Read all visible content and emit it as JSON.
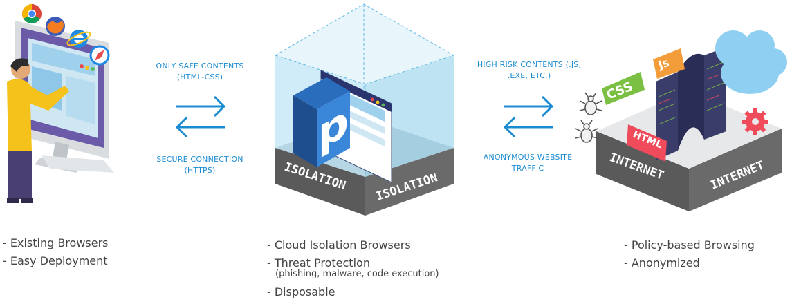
{
  "left_channel": {
    "top_lines": [
      "ONLY SAFE CONTENTS",
      "(HTML-CSS)"
    ],
    "bottom_lines": [
      "SECURE CONNECTION",
      "(HTTPS)"
    ]
  },
  "right_channel": {
    "top_lines": [
      "HIGH RISK CONTENTS (.JS,",
      ".EXE, ETC.)"
    ],
    "bottom_lines": [
      "ANONYMOUS WEBSITE",
      "TRAFFIC"
    ]
  },
  "isolation_box": {
    "face_left": "ISOLATION",
    "face_right": "ISOLATION",
    "logo_letter": "p"
  },
  "internet_box": {
    "face_left": "INTERNET",
    "face_right": "INTERNET",
    "tag_css": "CSS",
    "tag_js": "Js",
    "tag_html": "HTML"
  },
  "features": {
    "left": [
      "- Existing Browsers",
      "- Easy Deployment"
    ],
    "middle": [
      {
        "text": "- Cloud Isolation Browsers"
      },
      {
        "text": "- Threat Protection",
        "sub": "(phishing, malware, code execution)"
      },
      {
        "text": "- Disposable"
      }
    ],
    "right": [
      "- Policy-based Browsing",
      "- Anonymized"
    ]
  },
  "colors": {
    "accent_blue": "#1c8cd2",
    "box_gray": "#5a5a5a",
    "glass": "#bfe5f5",
    "css_green": "#7bc043",
    "js_orange": "#f39c3a",
    "html_red": "#ef4b5b",
    "person_yellow": "#f4c21a"
  },
  "icons": [
    "chrome-icon",
    "firefox-icon",
    "ie-icon",
    "safari-icon",
    "cloud-icon",
    "bug-icon",
    "gear-icon"
  ]
}
